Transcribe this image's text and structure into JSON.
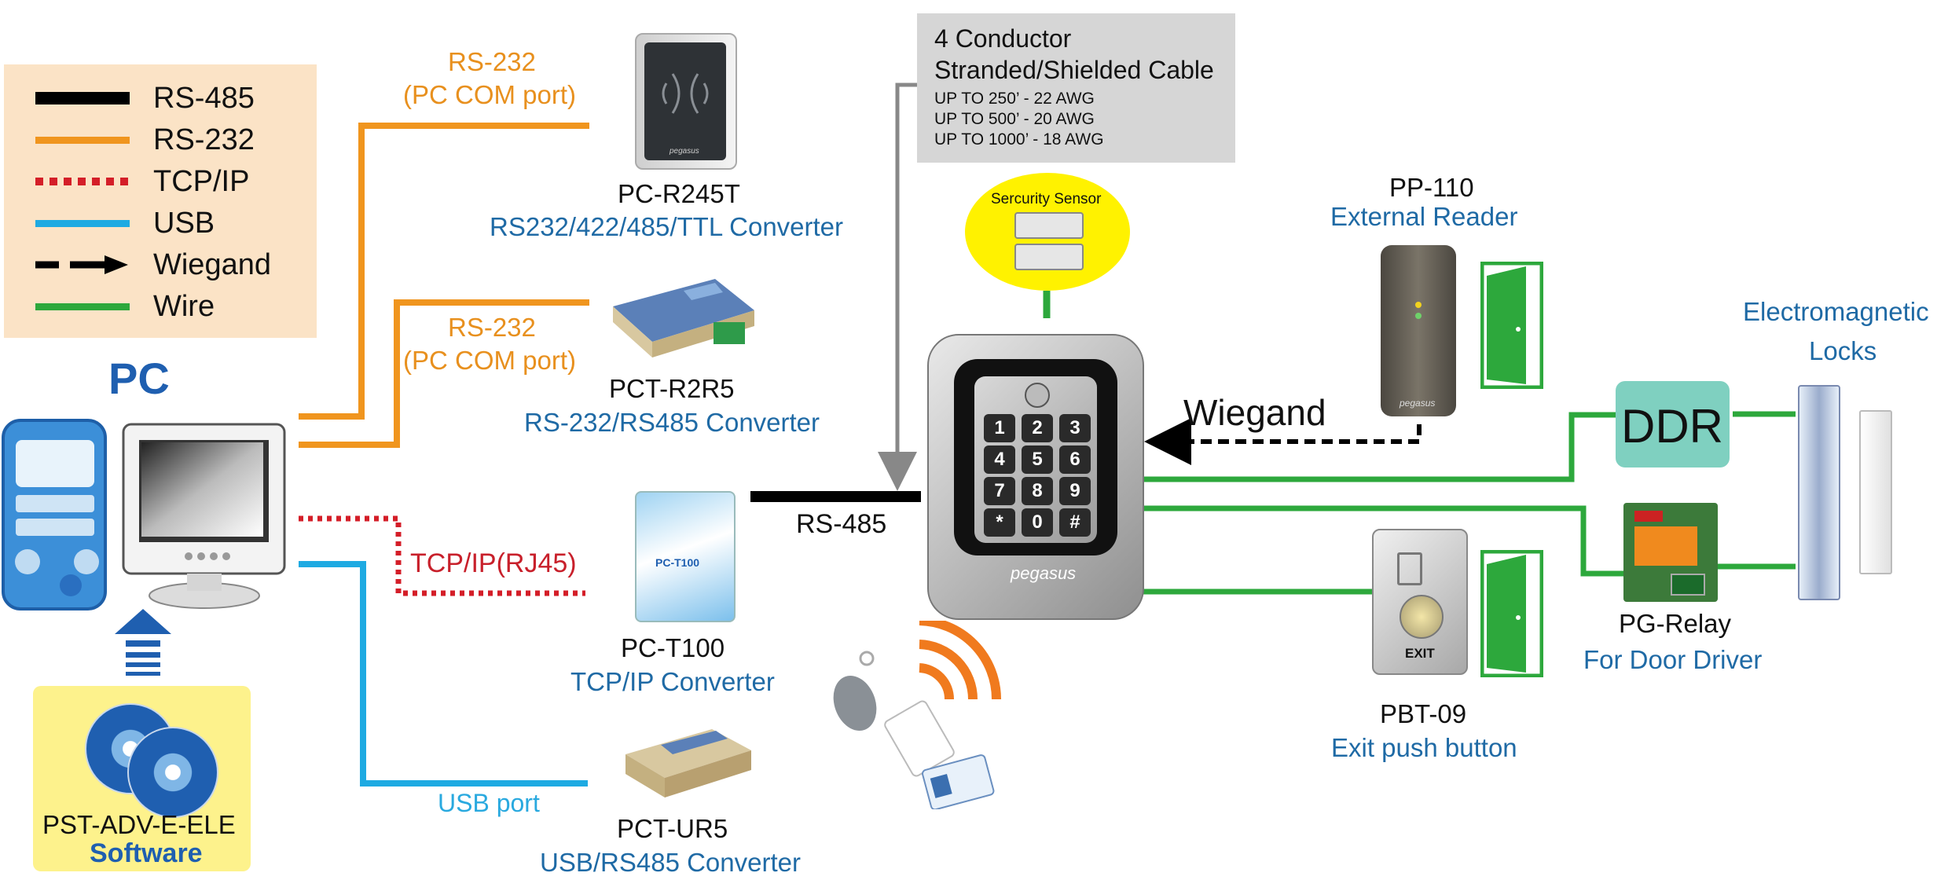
{
  "legend": {
    "items": [
      {
        "label": "RS-485",
        "color": "#000000",
        "style": "solid-thick"
      },
      {
        "label": "RS-232",
        "color": "#f0951e",
        "style": "solid"
      },
      {
        "label": "TCP/IP",
        "color": "#d41e28",
        "style": "dotted"
      },
      {
        "label": "USB",
        "color": "#1eaae2",
        "style": "solid"
      },
      {
        "label": "Wiegand",
        "color": "#000000",
        "style": "dashed-arrow"
      },
      {
        "label": "Wire",
        "color": "#2da83c",
        "style": "solid"
      }
    ]
  },
  "pc": {
    "label": "PC"
  },
  "software": {
    "name": "PST-ADV-E-ELE",
    "label": "Software"
  },
  "links": {
    "rs232_top": {
      "line1": "RS-232",
      "line2": "(PC COM port)"
    },
    "rs232_mid": {
      "line1": "RS-232",
      "line2": "(PC COM port)"
    },
    "tcpip": "TCP/IP(RJ45)",
    "usb": "USB port",
    "rs485": "RS-485",
    "wiegand": "Wiegand"
  },
  "devices": {
    "pc_r245t": {
      "name": "PC-R245T",
      "desc": "RS232/422/485/TTL  Converter",
      "brand": "pegasus"
    },
    "pct_r2r5": {
      "name": "PCT-R2R5",
      "desc": "RS-232/RS485 Converter"
    },
    "pc_t100": {
      "name": "PC-T100",
      "desc": "TCP/IP  Converter",
      "unit_label": "PC-T100"
    },
    "pct_ur5": {
      "name": "PCT-UR5",
      "desc": "USB/RS485  Converter"
    },
    "pp110": {
      "name": "PP-110",
      "desc": "External Reader",
      "brand": "pegasus"
    },
    "pbt09": {
      "name": "PBT-09",
      "desc": "Exit push button",
      "button_label": "EXIT"
    },
    "pg_relay": {
      "name": "PG-Relay",
      "desc": "For Door Driver"
    },
    "ddr": {
      "label": "DDR"
    },
    "em_locks": {
      "line1": "Electromagnetic",
      "line2": "Locks"
    },
    "keypad": {
      "brand": "pegasus",
      "keys": [
        "1",
        "2",
        "3",
        "4",
        "5",
        "6",
        "7",
        "8",
        "9",
        "*",
        "0",
        "#"
      ]
    }
  },
  "cable": {
    "title1": "4 Conductor",
    "title2": "Stranded/Shielded Cable",
    "specs": [
      "UP TO 250’ - 22 AWG",
      "UP TO 500’ - 20 AWG",
      "UP TO 1000’ - 18 AWG"
    ]
  },
  "sensor": {
    "label": "Sercurity Sensor"
  }
}
